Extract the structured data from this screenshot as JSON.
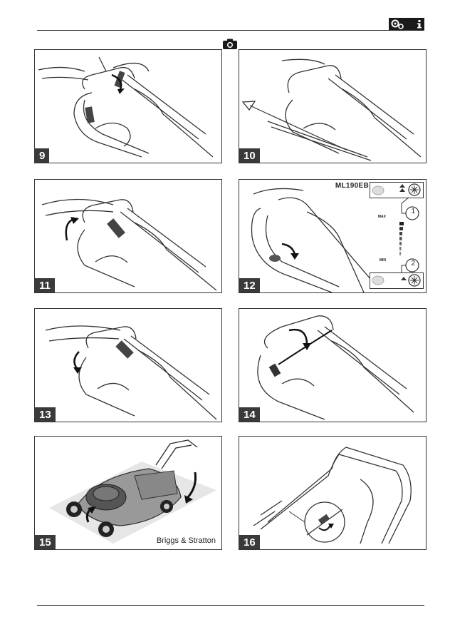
{
  "header": {
    "icon_names": [
      "gears-icon",
      "info-icon"
    ],
    "camera_icon": "camera-icon"
  },
  "panels": [
    {
      "number": "9"
    },
    {
      "number": "10"
    },
    {
      "number": "11"
    },
    {
      "number": "12",
      "model": "ML190EB",
      "gauge": {
        "max_label": "MAX",
        "min_label": "MIN",
        "callout_1": "1",
        "callout_2": "2"
      }
    },
    {
      "number": "13"
    },
    {
      "number": "14"
    },
    {
      "number": "15",
      "brand": "Briggs & Stratton"
    },
    {
      "number": "16"
    }
  ]
}
